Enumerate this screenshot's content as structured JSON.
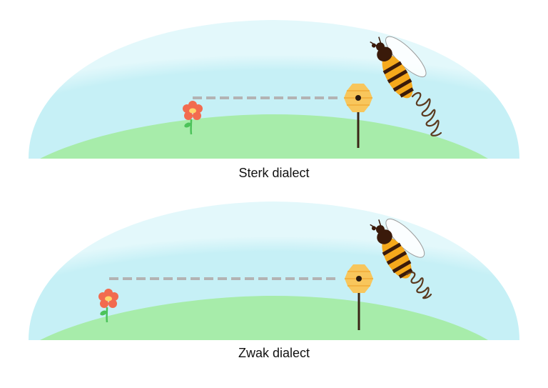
{
  "colors": {
    "sky": "#c6f0f6",
    "sky_edge": "#e3f8fb",
    "grass": "#a7ecaa",
    "dash": "#b3b3b3",
    "hive": "#f8c65c",
    "hive_band": "#f0ab38",
    "hive_door": "#2a1a10",
    "pole": "#3a2516",
    "petal": "#f26b4f",
    "flower_center": "#ffd56a",
    "stem": "#4cc35a",
    "bee_stripe": "#f5a91c",
    "bee_dark": "#3a1a0a",
    "wing": "#ffffff",
    "wing_edge": "#9a9a9a",
    "trail": "#5b3a1f"
  },
  "panels": [
    {
      "caption": "Sterk dialect",
      "distance": "short",
      "icons": [
        "flower-icon",
        "beehive-icon",
        "bee-icon",
        "waggle-trail-icon"
      ]
    },
    {
      "caption": "Zwak dialect",
      "distance": "long",
      "icons": [
        "flower-icon",
        "beehive-icon",
        "bee-icon",
        "waggle-trail-icon"
      ]
    }
  ]
}
